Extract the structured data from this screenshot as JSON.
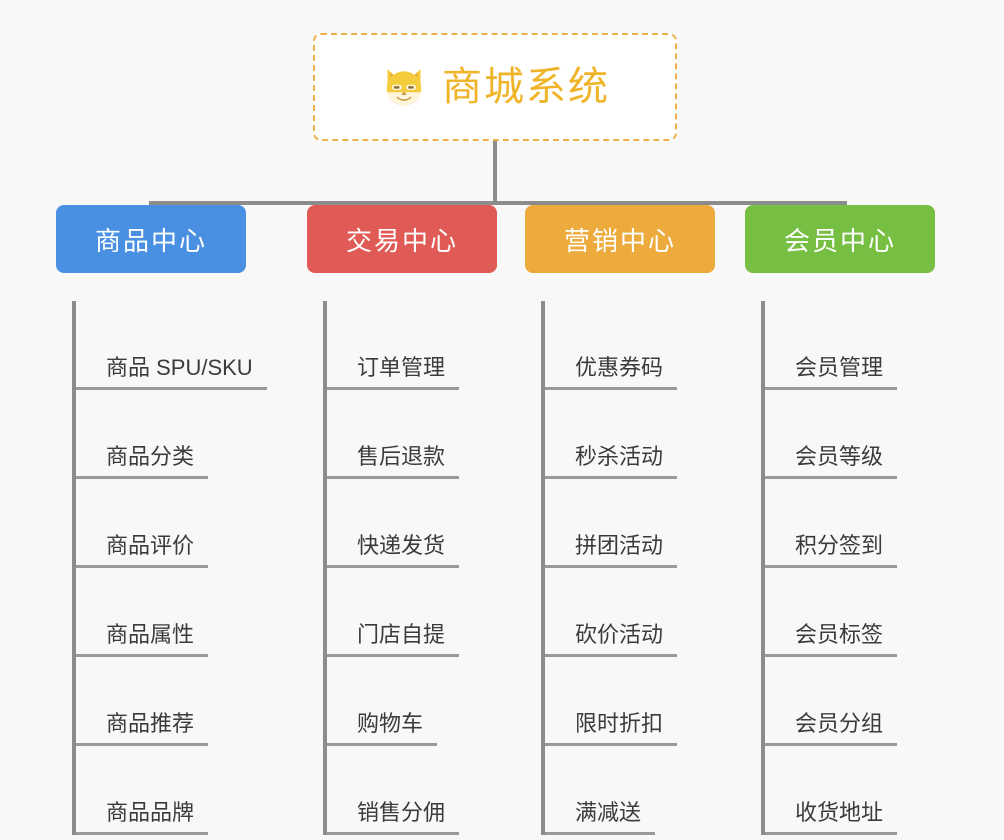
{
  "root": {
    "title": "商城系统",
    "icon": "shiba-dog-icon",
    "border_color": "#edb04a",
    "text_color": "#f0b429",
    "background": "#ffffff"
  },
  "canvas": {
    "background": "#f8f8f8",
    "connector_color": "#8c8c8c"
  },
  "columns": [
    {
      "id": "product-center",
      "title": "商品中心",
      "color": "#4a90e2",
      "items": [
        "商品 SPU/SKU",
        "商品分类",
        "商品评价",
        "商品属性",
        "商品推荐",
        "商品品牌"
      ]
    },
    {
      "id": "trade-center",
      "title": "交易中心",
      "color": "#e15b56",
      "items": [
        "订单管理",
        "售后退款",
        "快递发货",
        "门店自提",
        "购物车",
        "销售分佣"
      ]
    },
    {
      "id": "marketing-center",
      "title": "营销中心",
      "color": "#edab3e",
      "items": [
        "优惠券码",
        "秒杀活动",
        "拼团活动",
        "砍价活动",
        "限时折扣",
        "满减送"
      ]
    },
    {
      "id": "member-center",
      "title": "会员中心",
      "color": "#77bf43",
      "items": [
        "会员管理",
        "会员等级",
        "积分签到",
        "会员标签",
        "会员分组",
        "收货地址"
      ]
    }
  ]
}
